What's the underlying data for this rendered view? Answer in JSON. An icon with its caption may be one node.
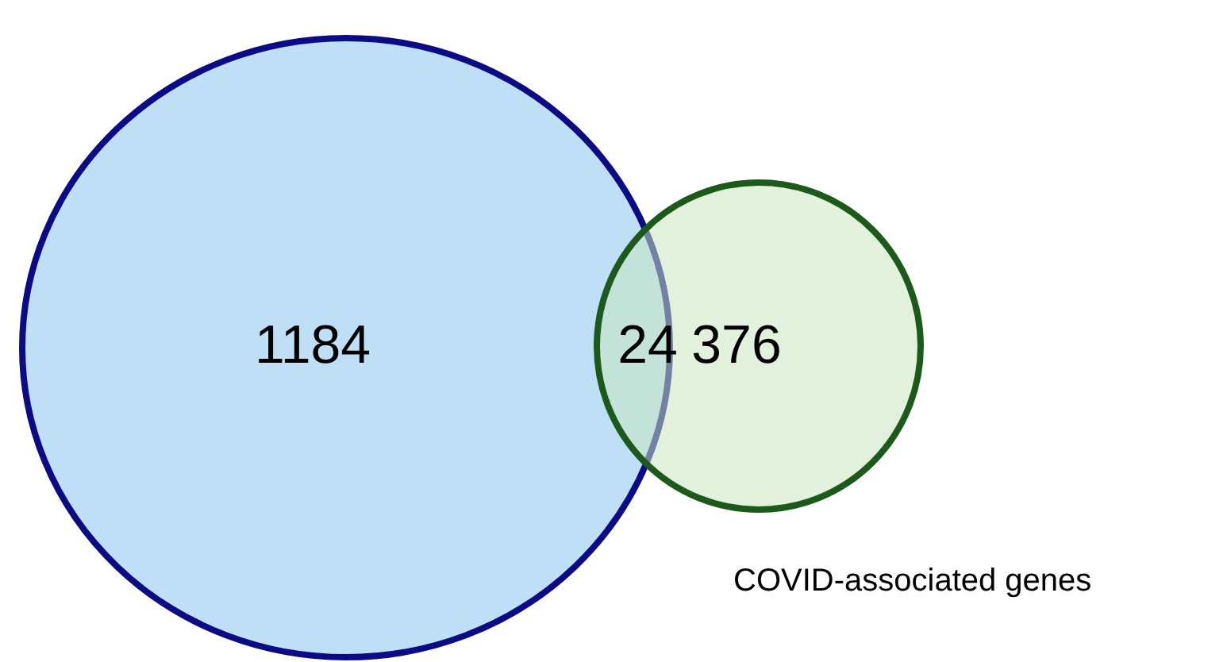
{
  "diagram": {
    "nodes": [
      {
        "text": [
          "1184"
        ]
      },
      {
        "text": [
          "376"
        ],
        "beside": [
          "COVID-associated genes"
        ]
      }
    ],
    "labels": [
      "24"
    ]
  }
}
